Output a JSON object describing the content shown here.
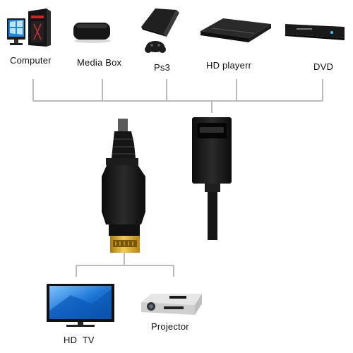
{
  "sources": [
    {
      "label": "Computer",
      "icon": "computer-icon"
    },
    {
      "label": "Media Box",
      "icon": "media-box-icon"
    },
    {
      "label": "Ps3",
      "icon": "ps3-console-icon"
    },
    {
      "label": "HD playerr",
      "icon": "hd-player-icon"
    },
    {
      "label": "DVD",
      "icon": "dvd-player-icon"
    }
  ],
  "outputs": [
    {
      "label": "HD  TV",
      "icon": "tv-icon"
    },
    {
      "label": "Projector",
      "icon": "projector-icon"
    }
  ],
  "colors": {
    "connector_line": "#b9b9b9",
    "cable": "#1a1a1a",
    "gold_plug": "#d8a21f",
    "tv_screen": "#1d77d6"
  }
}
